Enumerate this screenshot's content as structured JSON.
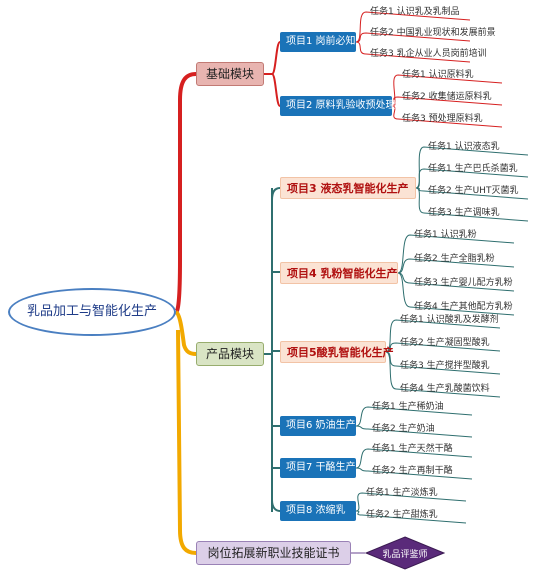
{
  "root": {
    "label": "乳品加工与智能化生产"
  },
  "modules": {
    "base": {
      "label": "基础模块"
    },
    "product": {
      "label": "产品模块"
    },
    "cert": {
      "label": "岗位拓展新职业技能证书"
    }
  },
  "projects": [
    {
      "label": "项目1 岗前必知",
      "tasks": [
        "任务1 认识乳及乳制品",
        "任务2 中国乳业现状和发展前景",
        "任务3 乳企从业人员岗前培训"
      ]
    },
    {
      "label": "项目2 原料乳验收预处理",
      "tasks": [
        "任务1 认识原料乳",
        "任务2 收集储运原料乳",
        "任务3 预处理原料乳"
      ]
    },
    {
      "label": "项目3 液态乳智能化生产",
      "tasks": [
        "任务1 认识液态乳",
        "任务1 生产巴氏杀菌乳",
        "任务2 生产UHT灭菌乳",
        "任务3 生产调味乳"
      ]
    },
    {
      "label": "项目4 乳粉智能化生产",
      "tasks": [
        "任务1 认识乳粉",
        "任务2 生产全脂乳粉",
        "任务3 生产婴儿配方乳粉",
        "任务4 生产其他配方乳粉"
      ]
    },
    {
      "label": "项目5酸乳智能化生产",
      "tasks": [
        "任务1 认识酸乳及发酵剂",
        "任务2 生产凝固型酸乳",
        "任务3 生产搅拌型酸乳",
        "任务4 生产乳酸菌饮料"
      ]
    },
    {
      "label": "项目6 奶油生产",
      "tasks": [
        "任务1 生产稀奶油",
        "任务2 生产奶油"
      ]
    },
    {
      "label": "项目7 干酪生产",
      "tasks": [
        "任务1 生产天然干酪",
        "任务2 生产再制干酪"
      ]
    },
    {
      "label": "项目8 浓缩乳",
      "tasks": [
        "任务1 生产淡炼乳",
        "任务2 生产甜炼乳"
      ]
    }
  ],
  "certificate": {
    "label": "乳品评鉴师"
  },
  "colors": {
    "red_branch": "#e02020",
    "orange_branch": "#f2a900",
    "proj_blue": "#1a73b8",
    "teal_line": "#2f6f6f"
  }
}
